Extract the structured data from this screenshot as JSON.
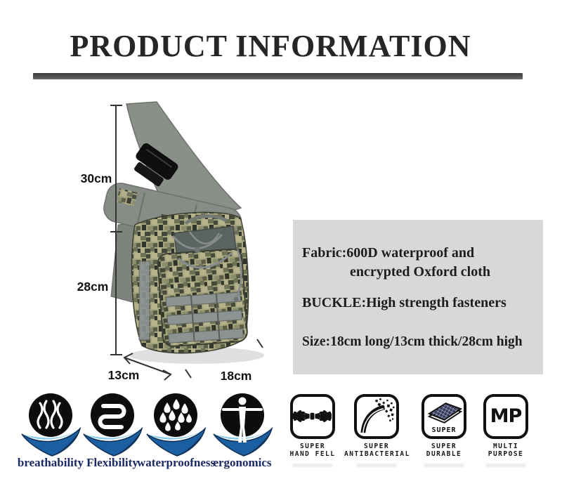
{
  "page": {
    "title": "PRODUCT INFORMATION"
  },
  "product_specs": {
    "fabric_line1": "Fabric:600D waterproof and",
    "fabric_line2": "encrypted Oxford cloth",
    "buckle": "BUCKLE:High strength fasteners",
    "size": "Size:18cm long/13cm thick/28cm high"
  },
  "dimensions": {
    "strap_height": "30cm",
    "bag_height": "28cm",
    "bag_thickness": "13cm",
    "bag_length": "18cm"
  },
  "features": [
    {
      "label": "breathability",
      "icon": "steam-icon"
    },
    {
      "label": "Flexibility",
      "icon": "spring-coil-icon"
    },
    {
      "label": "waterproofness",
      "icon": "water-droplets-icon"
    },
    {
      "label": "ergonomics",
      "icon": "human-figure-icon"
    }
  ],
  "badges": [
    {
      "icon": "hands-icon",
      "label_line1": "SUPER",
      "label_line2": "HAND FELL"
    },
    {
      "icon": "antibacterial-spray-icon",
      "label_line1": "SUPER",
      "label_line2": "ANTIBACTERIAL"
    },
    {
      "icon": "mesh-fabric-icon",
      "inner_text": "SUPER",
      "label_line1": "SUPER",
      "label_line2": "DURABLE"
    },
    {
      "icon": "mp-monogram-icon",
      "inner_text": "MP",
      "label_line1": "MULTI",
      "label_line2": "PURPOSE"
    }
  ],
  "colors": {
    "title_text": "#262626",
    "divider_bar": "#474747",
    "spec_box_bg": "#d8d8d8",
    "feature_label": "#1c2a63",
    "icon_black": "#0d0d0d",
    "wave_blue": "#1a5fa2",
    "wave_light_blue": "#86cbe9",
    "wave_navy": "#11335c",
    "strap_gray": "#8b8f89",
    "camo_olive": "#6e7256",
    "camo_tan": "#b6b28c",
    "camo_dark": "#31352a"
  }
}
